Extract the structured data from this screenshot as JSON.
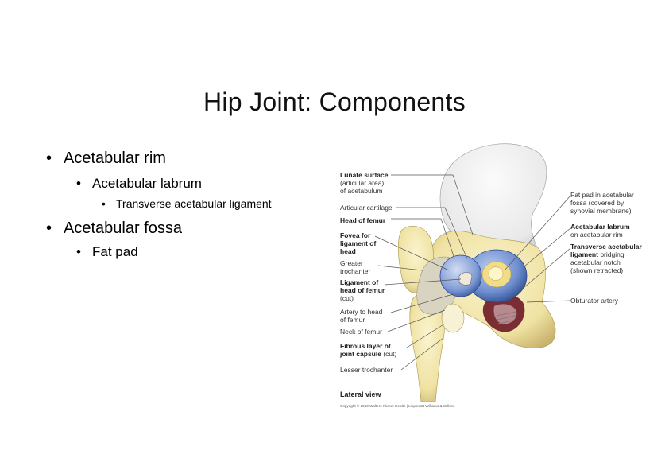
{
  "slide": {
    "title": "Hip Joint: Components",
    "bullets": [
      {
        "level": 1,
        "text": "Acetabular rim"
      },
      {
        "level": 2,
        "text": "Acetabular labrum"
      },
      {
        "level": 3,
        "text": "Transverse acetabular ligament"
      },
      {
        "level": 1,
        "text": "Acetabular fossa"
      },
      {
        "level": 2,
        "text": "Fat pad"
      }
    ]
  },
  "figure": {
    "left_labels": {
      "lunate_1": "Lunate surface",
      "lunate_2": "(articular area)",
      "lunate_3": "of acetabulum",
      "articular_cartilage": "Articular cartilage",
      "head_of_femur": "Head of femur",
      "fovea_1": "Fovea for",
      "fovea_2": "ligament of",
      "fovea_3": "head",
      "greater_1": "Greater",
      "greater_2": "trochanter",
      "ligament_1": "Ligament of",
      "ligament_2": "head of femur",
      "ligament_3": "(cut)",
      "artery_1": "Artery to head",
      "artery_2": "of femur",
      "neck_of_femur": "Neck of femur",
      "fibrous_1": "Fibrous layer of",
      "fibrous_2": "joint capsule",
      "fibrous_2b": " (cut)",
      "lesser_trochanter": "Lesser trochanter"
    },
    "right_labels": {
      "fat_pad_1": "Fat pad in acetabular",
      "fat_pad_2": "fossa (covered by",
      "fat_pad_3": "synovial membrane)",
      "labrum_1": "Acetabular labrum",
      "labrum_2": "on acetabular rim",
      "transverse_1": "Transverse acetabular",
      "transverse_2": "ligament",
      "transverse_2b": " bridging",
      "transverse_3": "acetabular notch",
      "transverse_4": "(shown retracted)",
      "obturator": "Obturator artery"
    },
    "caption": "Lateral view",
    "copyright": "Copyright © 2010 Wolters Kluwer Health | Lippincott Williams & Wilkins"
  }
}
